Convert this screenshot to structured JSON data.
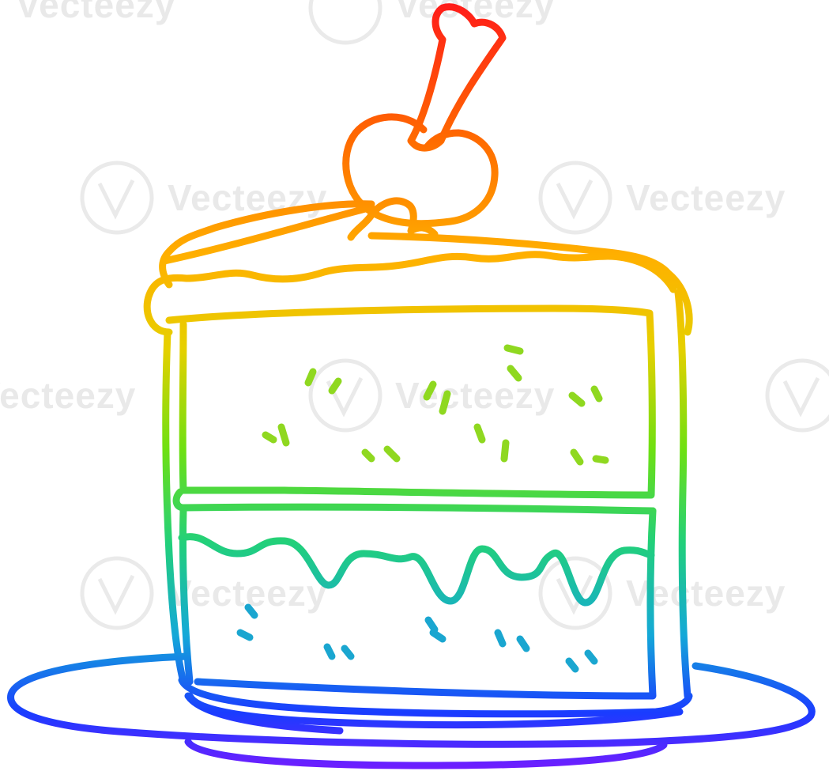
{
  "illustration": {
    "subject": "cake-slice-with-cherry-on-plate",
    "style": "rainbow-gradient-line-art",
    "gradient_colors": [
      "#ff1a1a",
      "#ff8c00",
      "#ffc000",
      "#66dd11",
      "#22c8a0",
      "#1a5cff",
      "#6a1aff"
    ]
  },
  "watermark": {
    "text": "Vecteezy",
    "color": "#e9e9e9"
  }
}
